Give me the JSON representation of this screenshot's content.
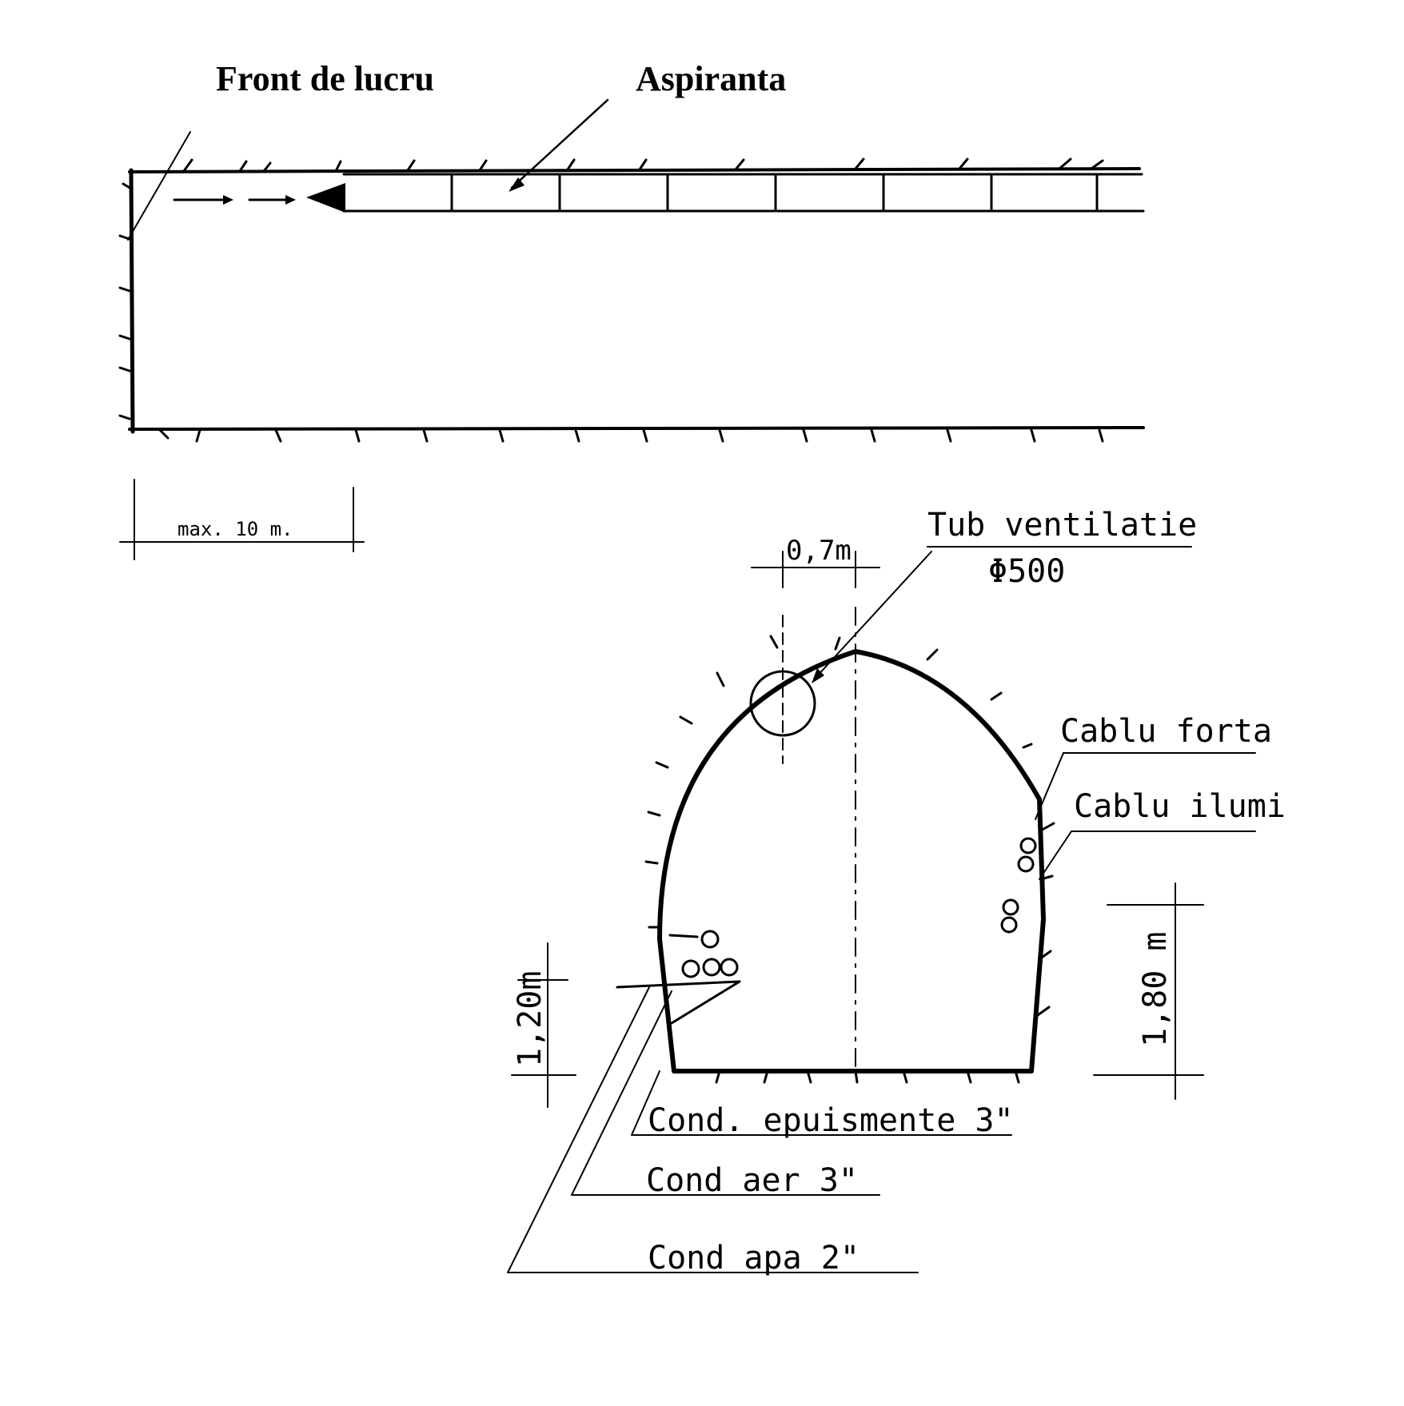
{
  "labels": {
    "front_de_lucru": "Front de lucru",
    "aspiranta": "Aspiranta",
    "max_distance": "max. 10 m.",
    "tub_ventilatie": "Tub ventilatie",
    "tub_diameter": "Φ500",
    "offset_07": "0,7m",
    "cablu_forta": "Cablu forta",
    "cablu_ilumi": "Cablu ilumi",
    "height_180": "1,80 m",
    "height_120": "1,20m",
    "cond_epuismente": "Cond. epuismente 3\"",
    "cond_aer": "Cond aer 3\"",
    "cond_apa": "Cond apa 2\""
  }
}
